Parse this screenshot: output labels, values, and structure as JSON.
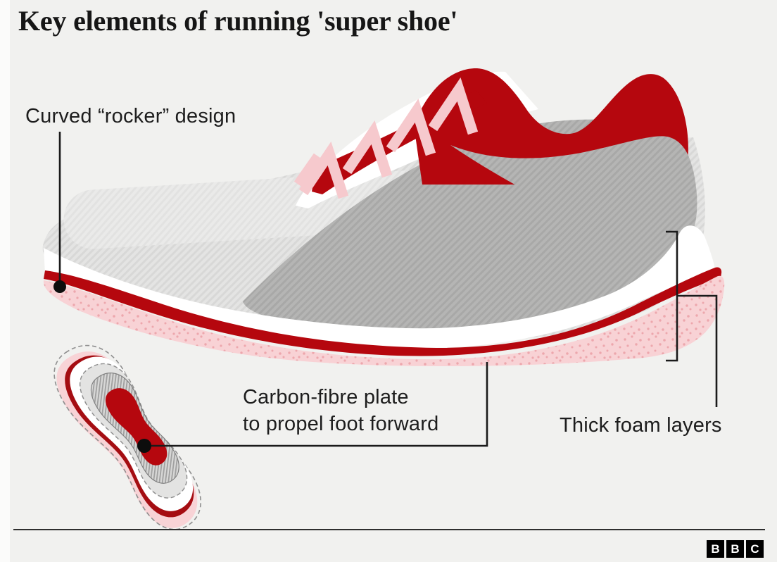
{
  "title": "Key elements of running 'super shoe'",
  "callouts": {
    "rocker": "Curved “rocker” design",
    "carbon_line1": "Carbon-fibre plate",
    "carbon_line2": "to propel foot forward",
    "foam": "Thick foam layers"
  },
  "footer": {
    "logo_letters": {
      "b1": "B",
      "b2": "B",
      "c": "C"
    }
  },
  "colors": {
    "bg": "#f1f1ef",
    "ink": "#161616",
    "label": "#1d1d1d",
    "red": "#b5070e",
    "lace": "#f6c9cd",
    "divider": "#2e2e2e",
    "logo": "#000000",
    "logoText": "#ffffff"
  }
}
